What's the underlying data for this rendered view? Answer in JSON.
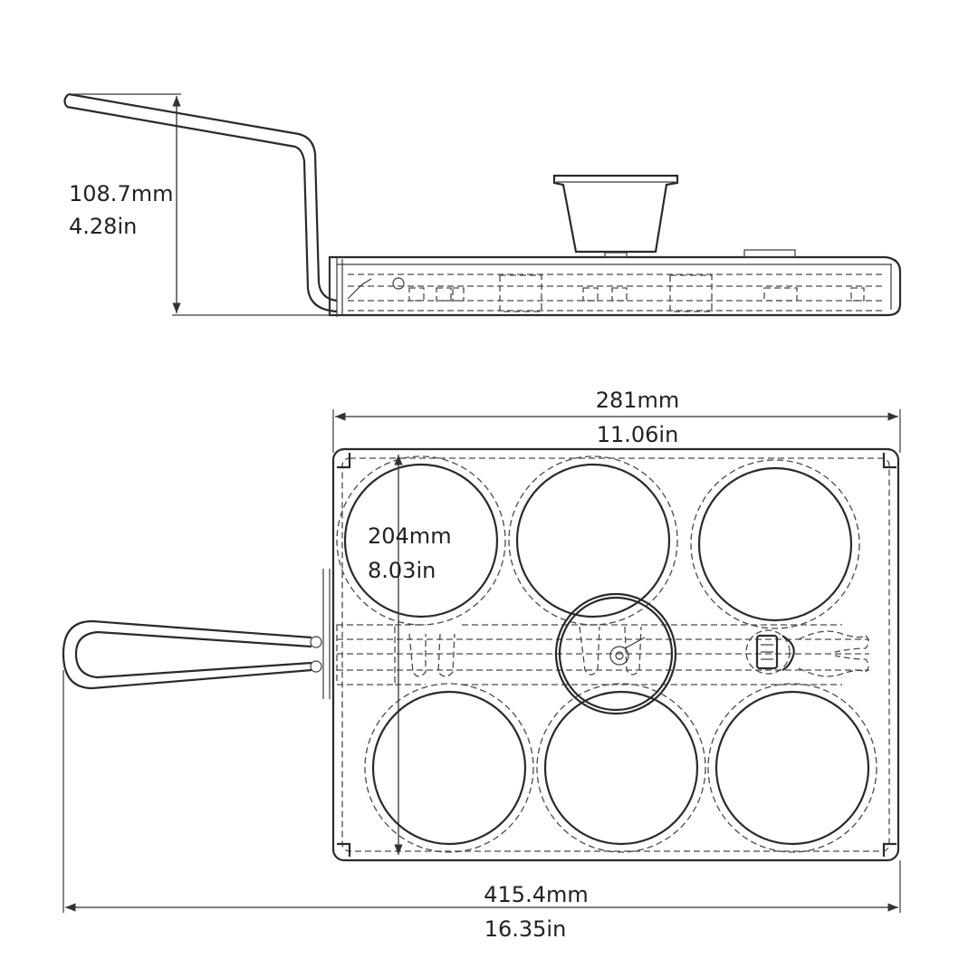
{
  "side_view": {
    "height_dimension": {
      "mm": "108.7mm",
      "in": "4.28in"
    }
  },
  "top_view": {
    "width_dimension": {
      "mm": "281mm",
      "in": "11.06in"
    },
    "depth_dimension": {
      "mm": "204mm",
      "in": "8.03in"
    },
    "overall_length_dimension": {
      "mm": "415.4mm",
      "in": "16.35in"
    }
  },
  "colors": {
    "line": "#2a2a2a",
    "background": "#ffffff"
  }
}
